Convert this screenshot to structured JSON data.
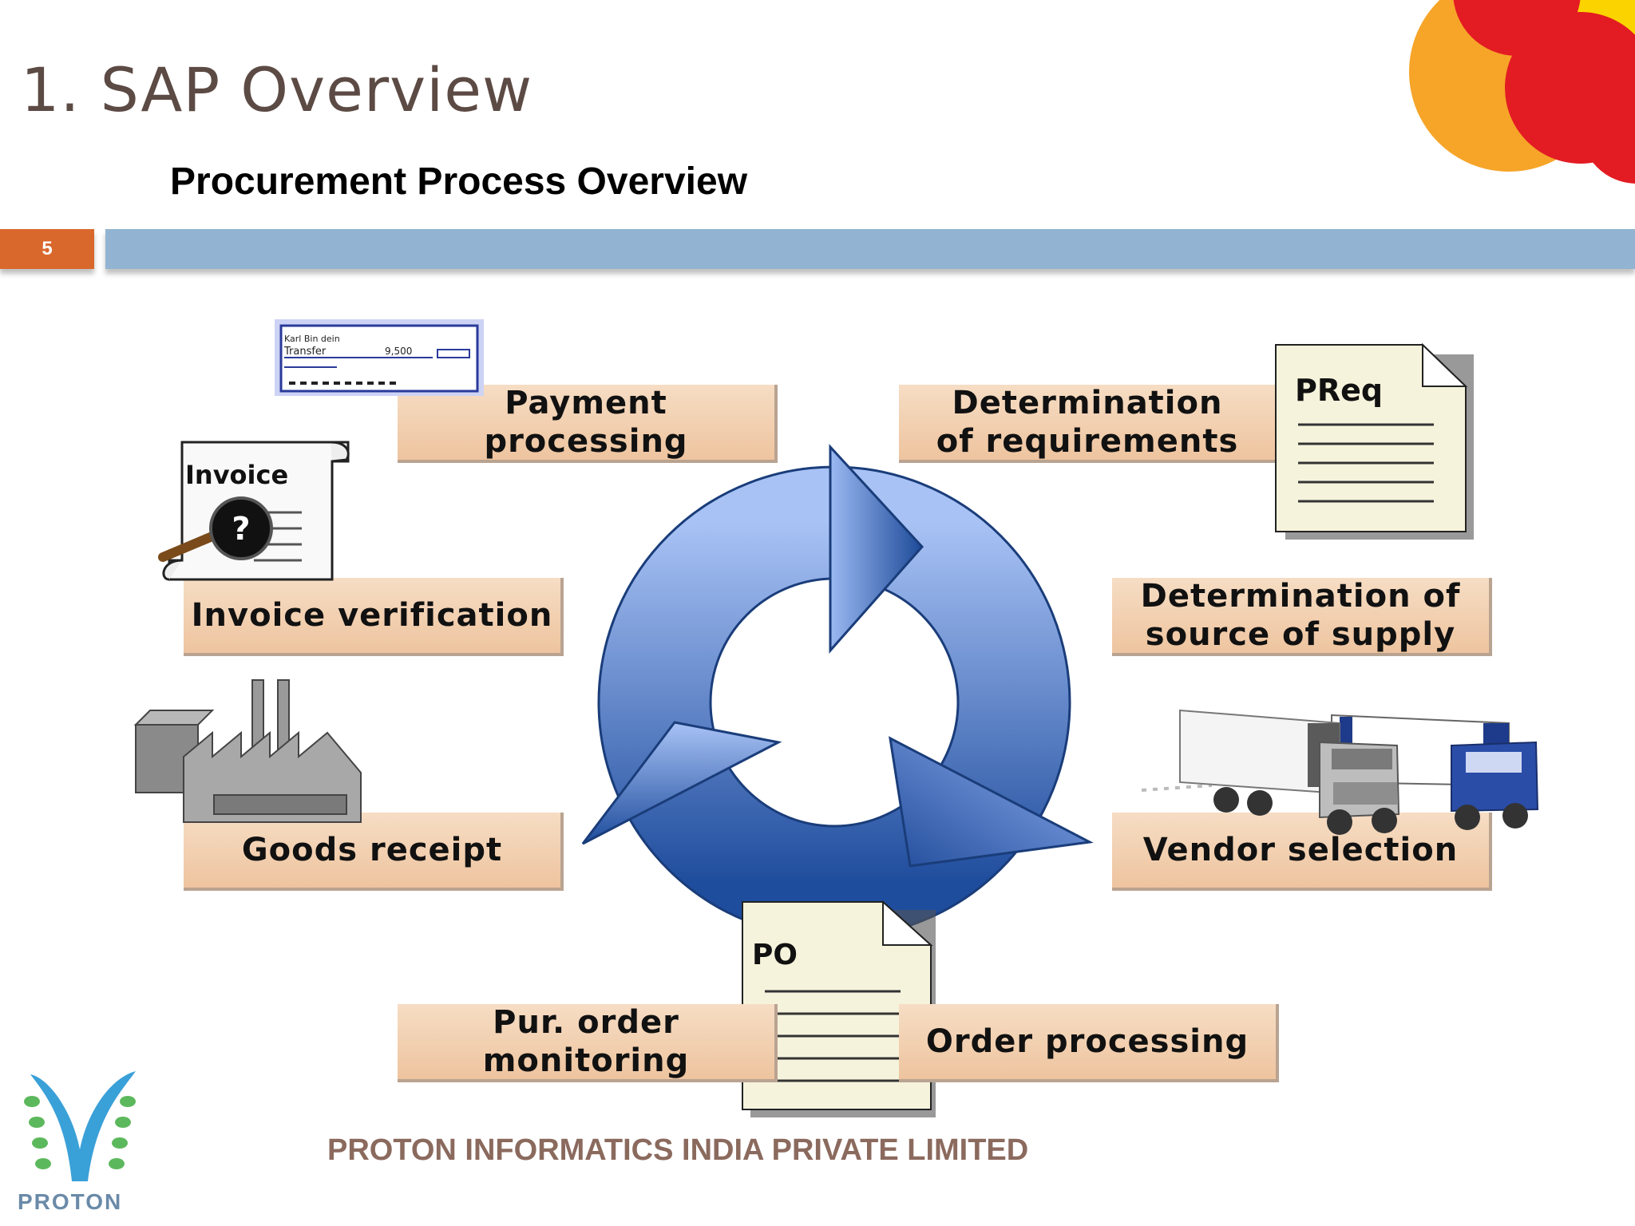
{
  "slide": {
    "title": "1. SAP Overview",
    "subtitle": "Procurement Process Overview",
    "page_number": "5",
    "footer": "PROTON INFORMATICS INDIA PRIVATE LIMITED",
    "logo_text": "PROTON"
  },
  "diagram": {
    "steps": [
      {
        "label": "Determination\nof requirements"
      },
      {
        "label": "Determination of\nsource of supply"
      },
      {
        "label": "Vendor selection"
      },
      {
        "label": "Order processing"
      },
      {
        "label": "Pur. order monitoring"
      },
      {
        "label": "Goods receipt"
      },
      {
        "label": "Invoice verification"
      },
      {
        "label": "Payment processing"
      }
    ],
    "documents": {
      "preq": "PReq",
      "po": "PO",
      "invoice": "Invoice",
      "invoice_mark": "?",
      "cheque_name": "Karl Bin dein",
      "cheque_memo": "Transfer",
      "cheque_amount": "9,500"
    }
  },
  "colors": {
    "title": "#5c4a44",
    "page_badge": "#d9682c",
    "title_bar": "#92b4d2",
    "step_box": "#f0cba8",
    "cycle_arrow": "#3f6fc0",
    "footer": "#8b6a5e"
  }
}
